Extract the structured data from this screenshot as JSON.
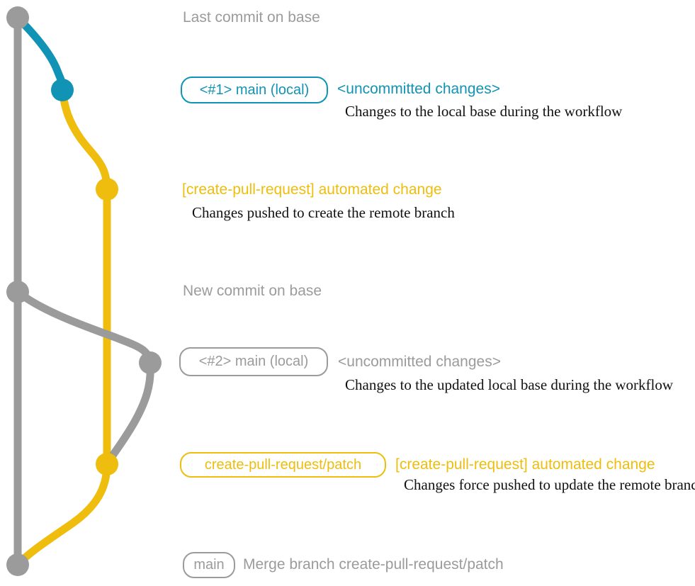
{
  "colors": {
    "gray": "#9B9B9B",
    "teal": "#1193B5",
    "yellow": "#EEBD0D",
    "ink": "#111111"
  },
  "timeline": {
    "base_top_label": "Last commit on base",
    "base_new_label": "New commit on base"
  },
  "events": {
    "uncommitted_1": {
      "badge": "<#1> main (local)",
      "message": "<uncommitted changes>",
      "note": "Changes to the local base during the workflow"
    },
    "automated_1": {
      "message": "[create-pull-request] automated change",
      "note": "Changes pushed to create the remote branch"
    },
    "uncommitted_2": {
      "badge": "<#2> main (local)",
      "message": "<uncommitted changes>",
      "note": "Changes to the updated local base during the workflow"
    },
    "automated_2": {
      "badge": "create-pull-request/patch",
      "message": "[create-pull-request] automated change",
      "note": "Changes force pushed to update the remote branch"
    },
    "merge": {
      "badge": "main",
      "message": "Merge branch create-pull-request/patch"
    }
  }
}
